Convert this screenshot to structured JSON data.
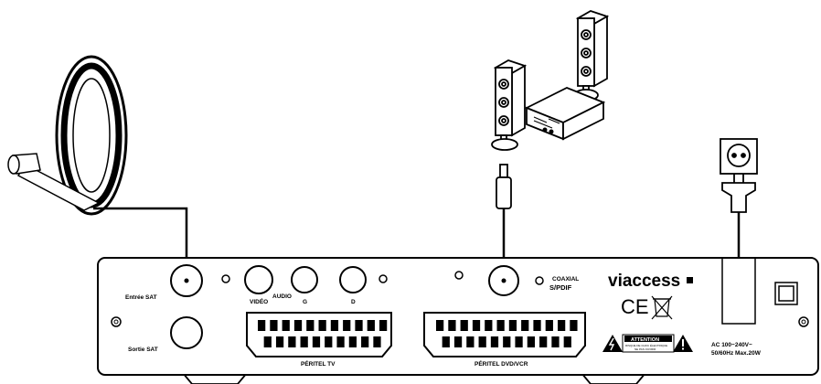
{
  "labels": {
    "entree_sat": "Entrée SAT",
    "sortie_sat": "Sortie SAT",
    "video": "VIDÉO",
    "audio": "AUDIO",
    "audio_g": "G",
    "audio_d": "D",
    "peritel_tv": "PÉRITEL TV",
    "peritel_dvd_vcr": "PÉRITEL DVD/VCR",
    "coaxial": "COAXIAL",
    "spdif": "S/PDIF",
    "brand": "viaccess",
    "ce_mark": "CE",
    "attention": "ATTENTION",
    "attention_line1": "RISQUE DE CHOC ÉLECTRIQUE",
    "attention_line2": "NE PAS OUVRIR",
    "power_line1": "AC 100~240V~",
    "power_line2": "50/60Hz Max.20W"
  },
  "icons": {
    "satellite": "satellite-dish-icon",
    "speakers": "speaker-icon",
    "amplifier": "amplifier-icon",
    "outlet": "wall-outlet-icon",
    "plug": "power-plug-icon",
    "optical": "optical-plug-icon",
    "bin": "crossed-bin-icon",
    "shock": "electric-shock-warning-icon",
    "caution": "caution-warning-icon"
  }
}
